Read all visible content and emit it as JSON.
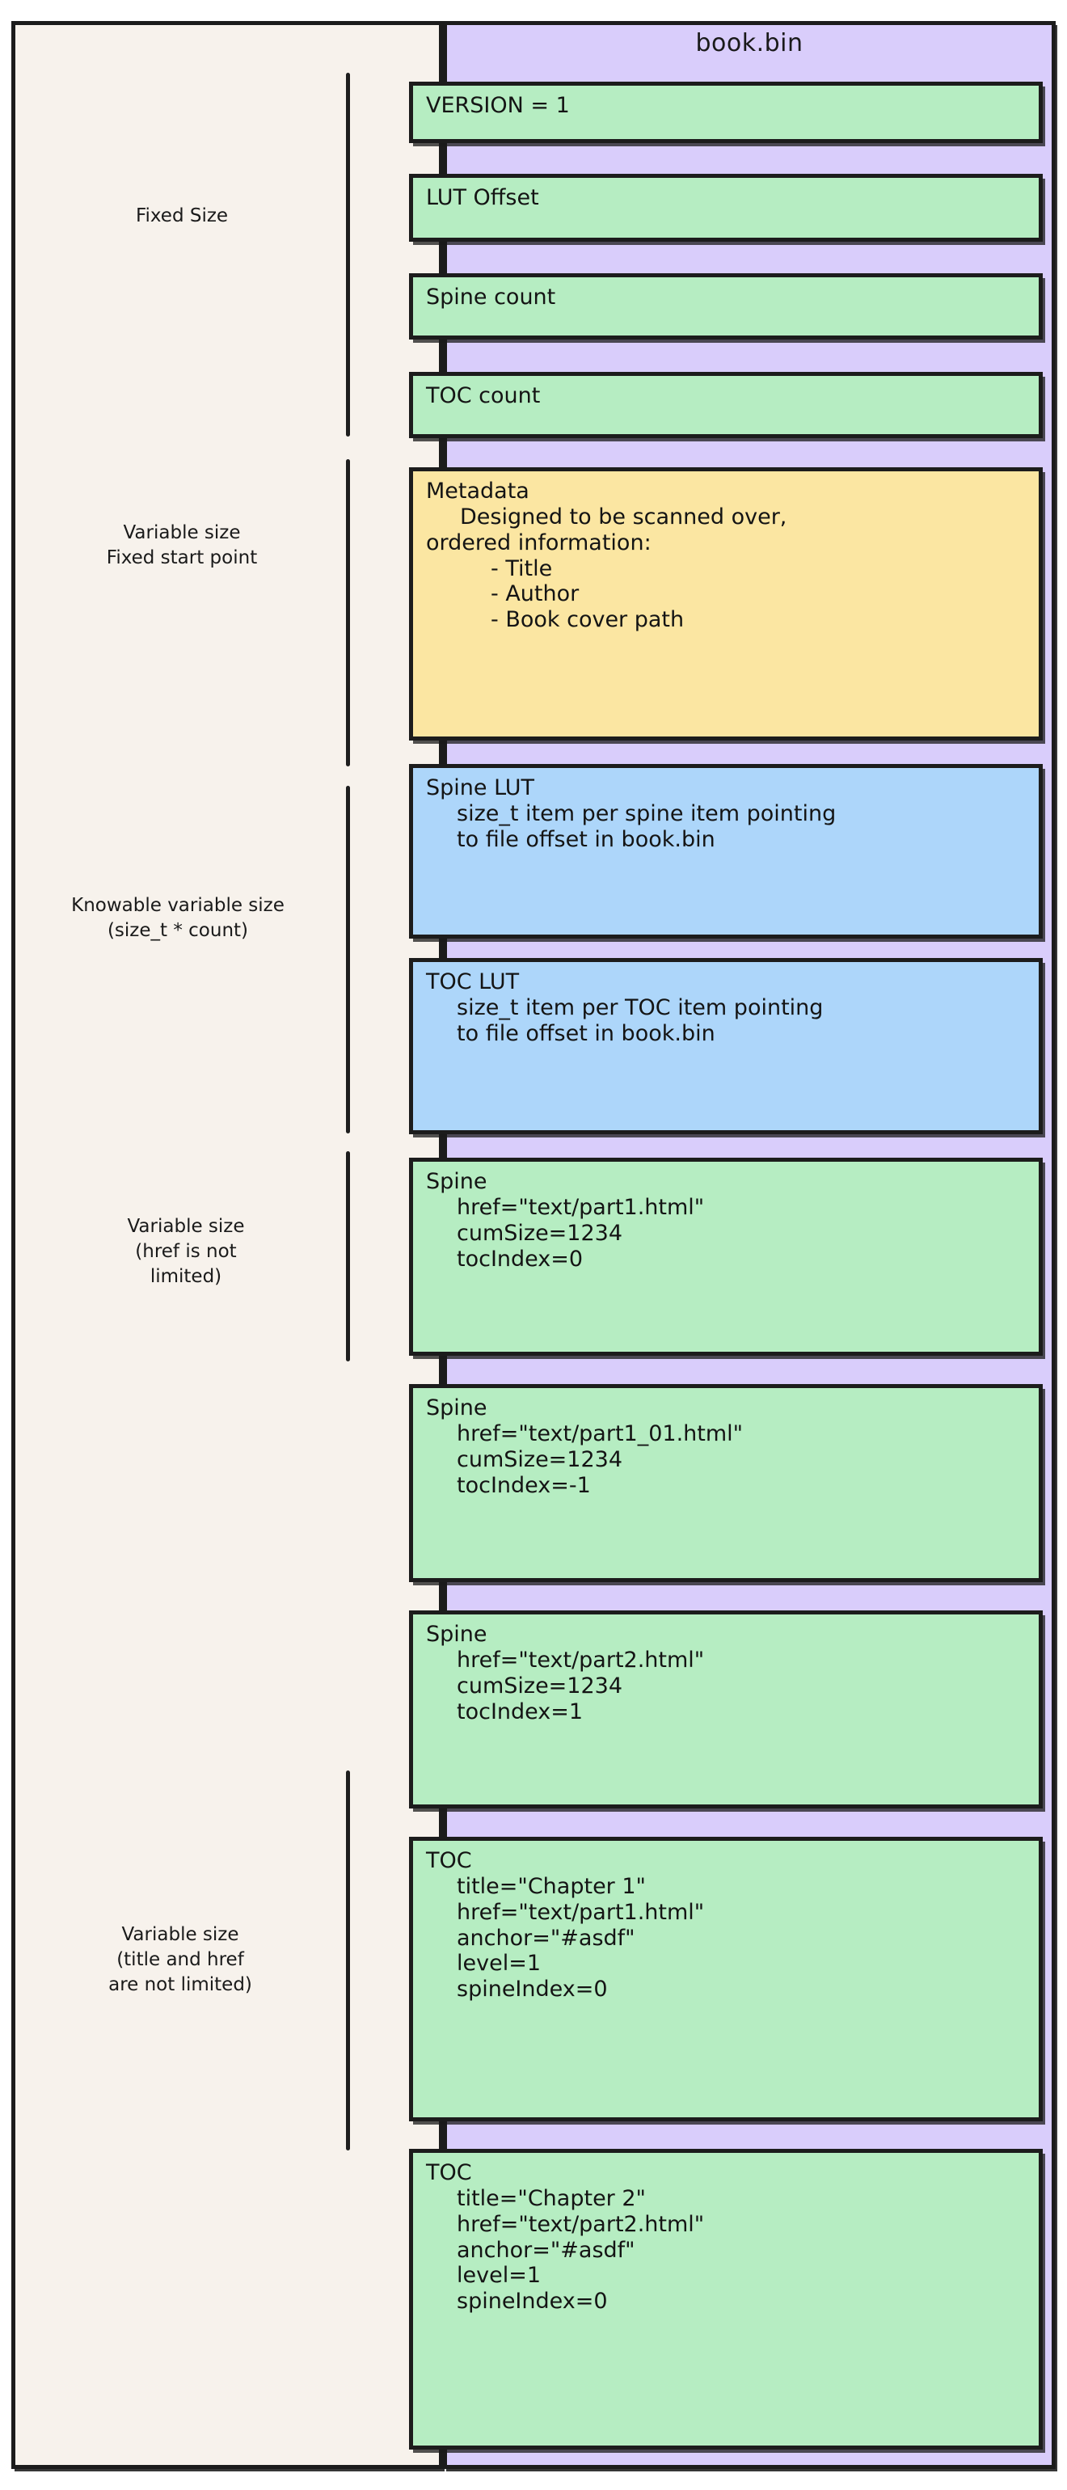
{
  "diagram": {
    "file_title": "book.bin",
    "colors": {
      "left_panel_bg": "#f7f2ec",
      "right_panel_bg": "#d9cdfb",
      "green": "#b6edc2",
      "yellow": "#fbe6a2",
      "blue": "#add6fa",
      "stroke": "#1c1c1c"
    },
    "annotations": [
      {
        "id": "fixed-size",
        "text": "Fixed Size"
      },
      {
        "id": "variable-fixed-start",
        "text": "Variable size\nFixed start point"
      },
      {
        "id": "knowable-variable",
        "text": "Knowable variable size\n(size_t * count)"
      },
      {
        "id": "variable-href",
        "text": "Variable size\n(href is not\nlimited)"
      },
      {
        "id": "variable-title-href",
        "text": "Variable size\n(title and href\nare not limited)"
      }
    ],
    "blocks": [
      {
        "id": "version",
        "color": "green",
        "lines": [
          {
            "text": "VERSION = 1",
            "indent": 0
          }
        ]
      },
      {
        "id": "lut-offset",
        "color": "green",
        "lines": [
          {
            "text": "LUT Offset",
            "indent": 0
          }
        ]
      },
      {
        "id": "spine-count",
        "color": "green",
        "lines": [
          {
            "text": "Spine count",
            "indent": 0
          }
        ]
      },
      {
        "id": "toc-count",
        "color": "green",
        "lines": [
          {
            "text": "TOC count",
            "indent": 0
          }
        ]
      },
      {
        "id": "metadata",
        "color": "yellow",
        "lines": [
          {
            "text": "Metadata",
            "indent": 0
          },
          {
            "text": "Designed to be scanned over,",
            "indent": 1
          },
          {
            "text": "ordered information:",
            "indent": 0
          },
          {
            "text": "- Title",
            "indent": 3
          },
          {
            "text": "- Author",
            "indent": 3
          },
          {
            "text": "- Book cover path",
            "indent": 3
          }
        ]
      },
      {
        "id": "spine-lut",
        "color": "blue",
        "lines": [
          {
            "text": "Spine LUT",
            "indent": 0
          },
          {
            "text": "size_t item per spine item pointing",
            "indent": 2
          },
          {
            "text": "to file offset in book.bin",
            "indent": 2
          }
        ]
      },
      {
        "id": "toc-lut",
        "color": "blue",
        "lines": [
          {
            "text": "TOC LUT",
            "indent": 0
          },
          {
            "text": "size_t item per TOC item pointing",
            "indent": 2
          },
          {
            "text": "to file offset in book.bin",
            "indent": 2
          }
        ]
      },
      {
        "id": "spine-1",
        "color": "green",
        "lines": [
          {
            "text": "Spine",
            "indent": 0
          },
          {
            "text": "href=\"text/part1.html\"",
            "indent": 2
          },
          {
            "text": "cumSize=1234",
            "indent": 2
          },
          {
            "text": "tocIndex=0",
            "indent": 2
          }
        ]
      },
      {
        "id": "spine-2",
        "color": "green",
        "lines": [
          {
            "text": "Spine",
            "indent": 0
          },
          {
            "text": "href=\"text/part1_01.html\"",
            "indent": 2
          },
          {
            "text": "cumSize=1234",
            "indent": 2
          },
          {
            "text": "tocIndex=-1",
            "indent": 2
          }
        ]
      },
      {
        "id": "spine-3",
        "color": "green",
        "lines": [
          {
            "text": "Spine",
            "indent": 0
          },
          {
            "text": "href=\"text/part2.html\"",
            "indent": 2
          },
          {
            "text": "cumSize=1234",
            "indent": 2
          },
          {
            "text": "tocIndex=1",
            "indent": 2
          }
        ]
      },
      {
        "id": "toc-1",
        "color": "green",
        "lines": [
          {
            "text": "TOC",
            "indent": 0
          },
          {
            "text": "title=\"Chapter 1\"",
            "indent": 2
          },
          {
            "text": "href=\"text/part1.html\"",
            "indent": 2
          },
          {
            "text": "anchor=\"#asdf\"",
            "indent": 2
          },
          {
            "text": "level=1",
            "indent": 2
          },
          {
            "text": "spineIndex=0",
            "indent": 2
          }
        ]
      },
      {
        "id": "toc-2",
        "color": "green",
        "lines": [
          {
            "text": "TOC",
            "indent": 0
          },
          {
            "text": "title=\"Chapter 2\"",
            "indent": 2
          },
          {
            "text": "href=\"text/part2.html\"",
            "indent": 2
          },
          {
            "text": "anchor=\"#asdf\"",
            "indent": 2
          },
          {
            "text": "level=1",
            "indent": 2
          },
          {
            "text": "spineIndex=0",
            "indent": 2
          }
        ]
      }
    ]
  }
}
